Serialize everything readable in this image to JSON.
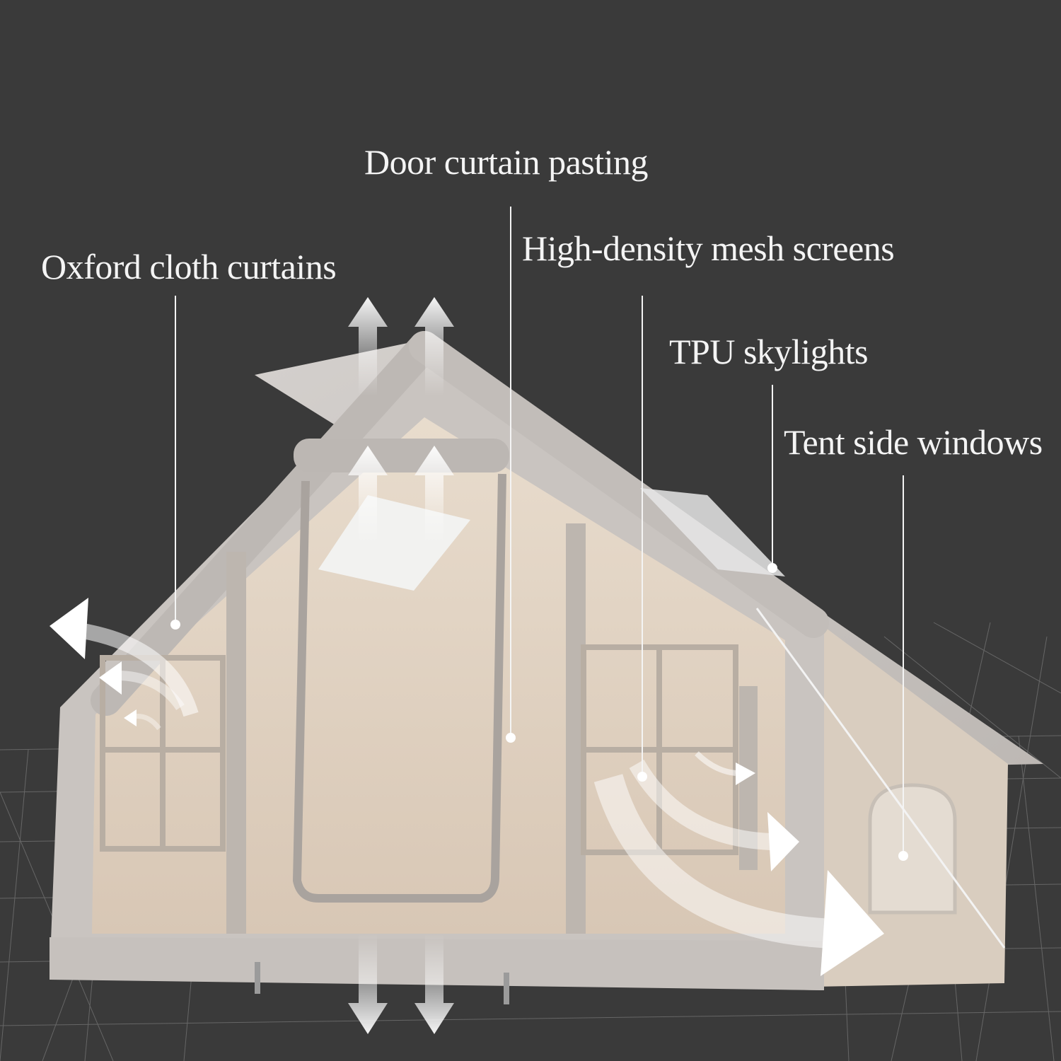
{
  "callouts": {
    "door_curtain": "Door curtain pasting",
    "oxford_cloth": "Oxford cloth curtains",
    "mesh_screens": "High-density mesh screens",
    "tpu_skylights": "TPU skylights",
    "side_windows": "Tent side windows"
  },
  "colors": {
    "background": "#3a3a3a",
    "tent_fabric": "#cfcac6",
    "interior": "#e2d3c2",
    "label_text": "#f4f4f4",
    "arrow": "#ffffff"
  }
}
